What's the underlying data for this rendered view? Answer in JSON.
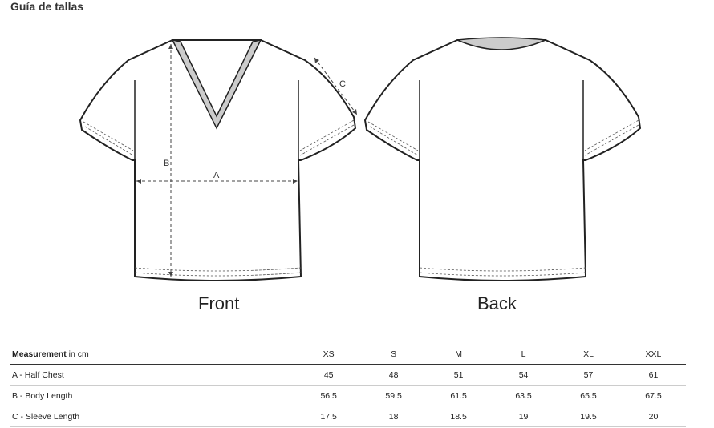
{
  "title": "Guía de tallas",
  "views": {
    "front": "Front",
    "back": "Back"
  },
  "dimension_labels": {
    "a": "A",
    "b": "B",
    "c": "C"
  },
  "table": {
    "header_bold": "Measurement",
    "header_unit": " in cm",
    "sizes": [
      "XS",
      "S",
      "M",
      "L",
      "XL",
      "XXL"
    ],
    "rows": [
      {
        "label": "A - Half Chest",
        "values": [
          "45",
          "48",
          "51",
          "54",
          "57",
          "61"
        ]
      },
      {
        "label": "B - Body Length",
        "values": [
          "56.5",
          "59.5",
          "61.5",
          "63.5",
          "65.5",
          "67.5"
        ]
      },
      {
        "label": "C - Sleeve Length",
        "values": [
          "17.5",
          "18",
          "18.5",
          "19",
          "19.5",
          "20"
        ]
      }
    ]
  }
}
